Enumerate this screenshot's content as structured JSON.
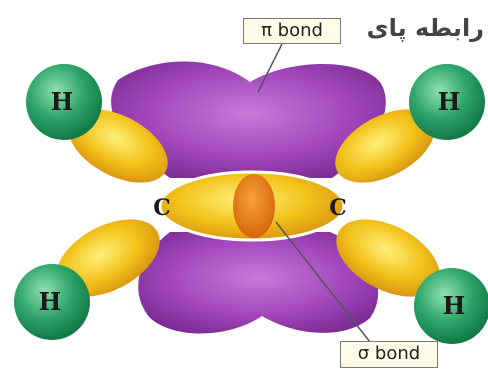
{
  "labels": {
    "pi_bond": "π bond",
    "sigma_bond": "σ bond",
    "persian_caption": "رابطه پای"
  },
  "atoms": {
    "carbon": "C",
    "hydrogen": "H"
  },
  "colors": {
    "pi_lobe": "#a348bd",
    "sigma_lobe": "#f2c21a",
    "hydrogen_sphere": "#2ea56a",
    "sigma_overlap": "#e8841a",
    "label_box": "#fffbe6"
  }
}
